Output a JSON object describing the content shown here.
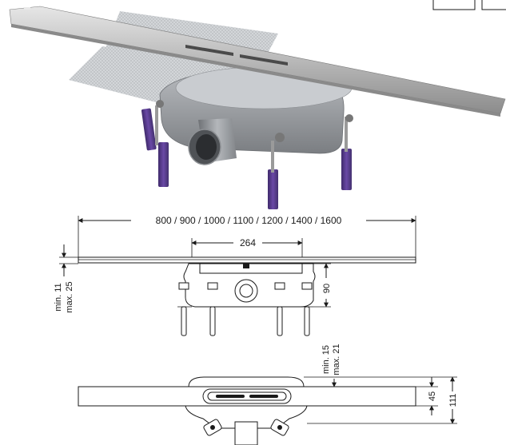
{
  "dimensions": {
    "lengths": "800 / 900 / 1000 / 1100 / 1200 / 1400 / 1600",
    "outlet_width": "264",
    "body_height": "90",
    "tile_min": "min. 11",
    "tile_max": "max. 25",
    "top_min": "min. 15",
    "top_max": "max. 21",
    "channel_width": "45",
    "total_width": "111"
  },
  "colors": {
    "steel": "#b9b9b9",
    "body_gray": "#8f9296",
    "membrane": "#cfd2d5",
    "feet": "#5b3b8f",
    "line": "#1a1a1a"
  },
  "icons": {
    "corner_box_a": "frame-icon",
    "corner_box_b": "frame-icon"
  }
}
